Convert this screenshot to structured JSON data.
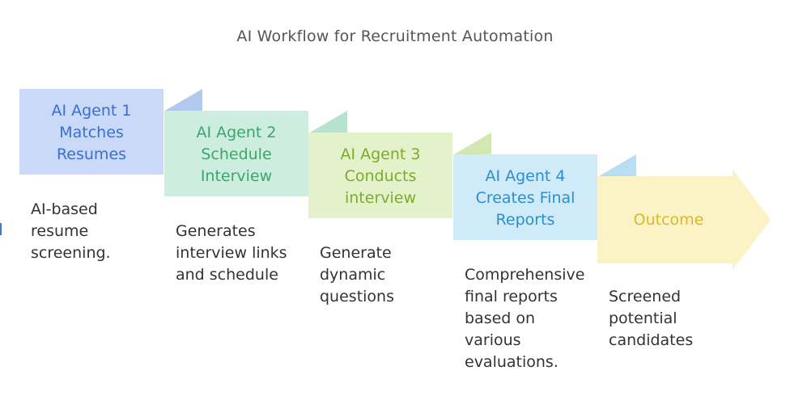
{
  "title": "AI Workflow for Recruitment Automation",
  "steps": [
    {
      "lines": [
        "AI Agent 1",
        "Matches",
        "Resumes"
      ],
      "description": [
        "AI-based",
        "resume",
        "screening."
      ]
    },
    {
      "lines": [
        "AI Agent 2",
        "Schedule",
        "Interview"
      ],
      "description": [
        "Generates",
        "interview links",
        "and schedule"
      ]
    },
    {
      "lines": [
        "AI Agent 3",
        "Conducts",
        "interview"
      ],
      "description": [
        "Generate",
        "dynamic",
        "questions"
      ]
    },
    {
      "lines": [
        "AI Agent 4",
        "Creates Final",
        "Reports"
      ],
      "description": [
        "Comprehensive",
        "final reports",
        "based on",
        "various",
        "evaluations."
      ]
    }
  ],
  "outcome": {
    "label": "Outcome",
    "description": [
      "Screened",
      "potential",
      "candidates"
    ]
  },
  "colors": {
    "step1_fill": "#c9d9f7",
    "step1_fold": "#b3c8ef",
    "step1_text": "#3a6fd0",
    "step2_fill": "#cdeede",
    "step2_fold": "#b7e2cd",
    "step2_text": "#3ca56e",
    "step3_fill": "#e4f2cc",
    "step3_fold": "#d3e8b1",
    "step3_text": "#7cab2a",
    "step4_fill": "#cfeaf8",
    "step4_fold": "#b8def3",
    "step4_text": "#2b8fcb",
    "outcome_fill": "#fbf2c6",
    "outcome_text": "#d9b92a"
  }
}
